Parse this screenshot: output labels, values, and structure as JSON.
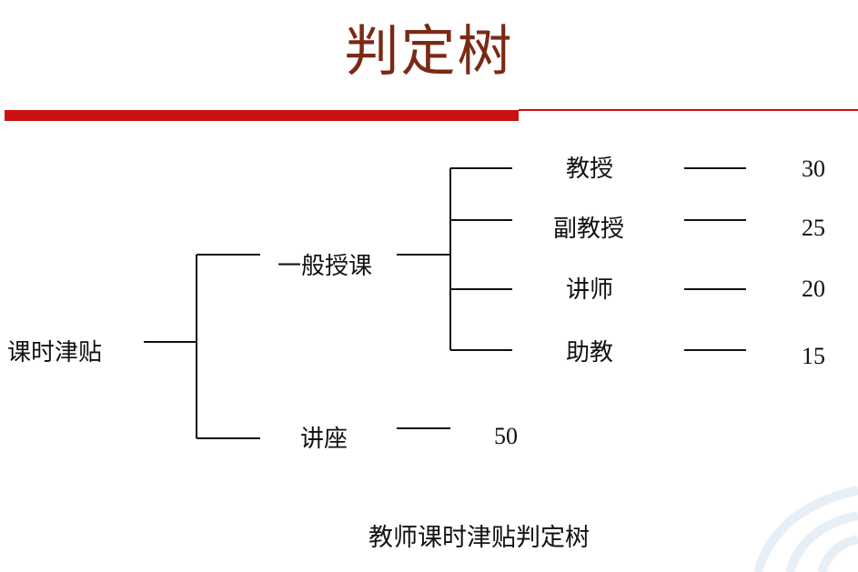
{
  "title": "判定树",
  "caption": "教师课时津贴判定树",
  "colors": {
    "title": "#7a2a14",
    "rule": "#cc1111",
    "watermark": "#e6eef6"
  },
  "tree": {
    "root": "课时津贴",
    "branches": [
      {
        "label": "一般授课",
        "children": [
          {
            "label": "教授",
            "value": "30"
          },
          {
            "label": "副教授",
            "value": "25"
          },
          {
            "label": "讲师",
            "value": "20"
          },
          {
            "label": "助教",
            "value": "15"
          }
        ]
      },
      {
        "label": "讲座",
        "value": "50"
      }
    ]
  }
}
